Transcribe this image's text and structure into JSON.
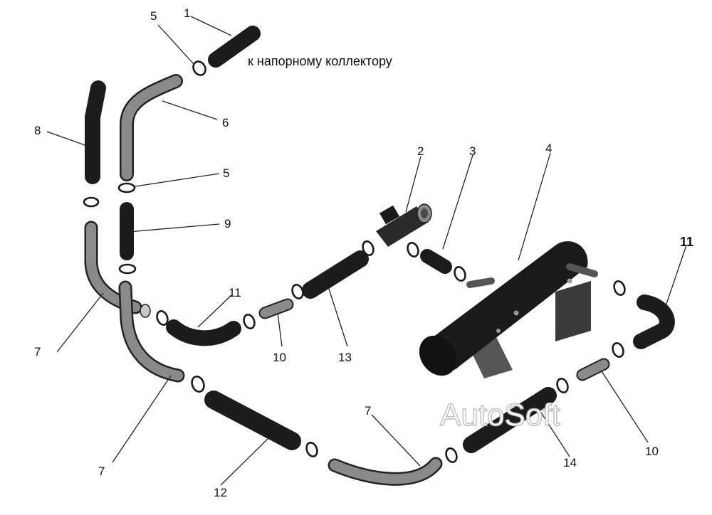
{
  "diagram": {
    "note": "к напорному коллектору",
    "watermark": "AutoSoft",
    "labels": {
      "l1": "1",
      "l5a": "5",
      "l6": "6",
      "l8": "8",
      "l5b": "5",
      "l2": "2",
      "l3": "3",
      "l4": "4",
      "l9": "9",
      "l11a": "11",
      "l11b": "11",
      "l7a": "7",
      "l10a": "10",
      "l13": "13",
      "l7b": "7",
      "l7c": "7",
      "l12": "12",
      "l14": "14",
      "l10b": "10"
    }
  }
}
